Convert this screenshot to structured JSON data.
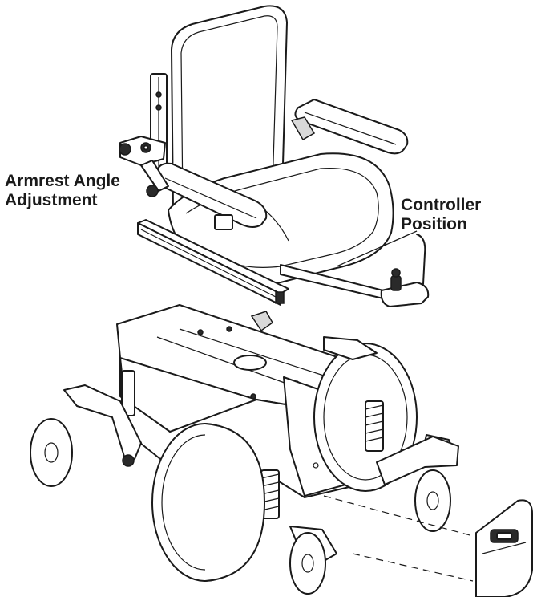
{
  "labels": {
    "armrest": {
      "line1": "Armrest Angle",
      "line2": "Adjustment"
    },
    "controller": {
      "line1": "Controller",
      "line2": "Position"
    }
  },
  "parts": [
    "seat-back",
    "seat-cushion",
    "left-armrest",
    "right-armrest",
    "armrest-angle-adjuster",
    "seat-rail",
    "controller",
    "controller-mount-arm",
    "power-base",
    "drive-wheel-left",
    "drive-wheel-right",
    "front-caster-left",
    "front-caster-right",
    "rear-caster-left",
    "rear-caster-right",
    "suspension-spring-left",
    "suspension-spring-right",
    "front-shroud"
  ],
  "colors": {
    "ink": "#1a1a1a",
    "shade": "#2a2a2a",
    "paper": "#ffffff"
  }
}
